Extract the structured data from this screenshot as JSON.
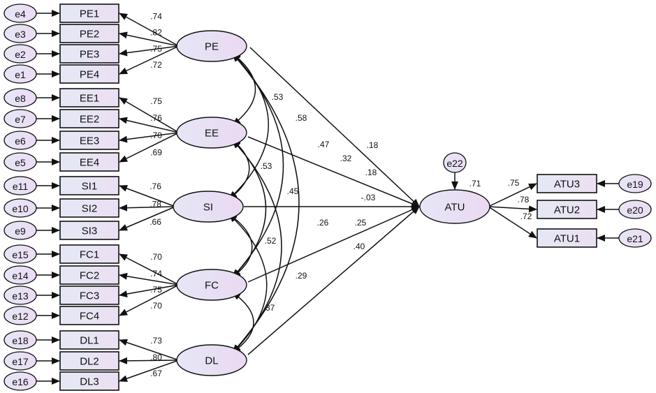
{
  "latents": {
    "PE": "PE",
    "EE": "EE",
    "SI": "SI",
    "FC": "FC",
    "DL": "DL",
    "ATU": "ATU"
  },
  "indicators": {
    "PE": [
      "PE1",
      "PE2",
      "PE3",
      "PE4"
    ],
    "EE": [
      "EE1",
      "EE2",
      "EE3",
      "EE4"
    ],
    "SI": [
      "SI1",
      "SI2",
      "SI3"
    ],
    "FC": [
      "FC1",
      "FC2",
      "FC3",
      "FC4"
    ],
    "DL": [
      "DL1",
      "DL2",
      "DL3"
    ],
    "ATU": [
      "ATU3",
      "ATU2",
      "ATU1"
    ]
  },
  "errors": {
    "PE": [
      "e4",
      "e3",
      "e2",
      "e1"
    ],
    "EE": [
      "e8",
      "e7",
      "e6",
      "e5"
    ],
    "SI": [
      "e11",
      "e10",
      "e9"
    ],
    "FC": [
      "e15",
      "e14",
      "e13",
      "e12"
    ],
    "DL": [
      "e18",
      "e17",
      "e16"
    ],
    "ATU": [
      "e19",
      "e20",
      "e21"
    ],
    "disturbance": "e22"
  },
  "loadings": {
    "PE": [
      ".74",
      ".82",
      ".75",
      ".72"
    ],
    "EE": [
      ".75",
      ".76",
      ".70",
      ".69"
    ],
    "SI": [
      ".76",
      ".78",
      ".66"
    ],
    "FC": [
      ".70",
      ".74",
      ".75",
      ".70"
    ],
    "DL": [
      ".73",
      ".80",
      ".67"
    ],
    "ATU": [
      ".75",
      ".78",
      ".72"
    ]
  },
  "paths": {
    "PE_ATU": ".18",
    "EE_ATU": ".18",
    "SI_ATU": "-.03",
    "FC_ATU": ".25",
    "DL_ATU": ".40"
  },
  "r2_ATU": ".71",
  "covariances": {
    "PE_EE": ".53",
    "PE_SI": ".58",
    "PE_FC": ".47",
    "PE_DL": ".32",
    "EE_SI": ".53",
    "EE_FC": ".45",
    "EE_DL": ".26",
    "SI_FC": ".52",
    "SI_DL": ".29",
    "FC_DL": ".37"
  }
}
